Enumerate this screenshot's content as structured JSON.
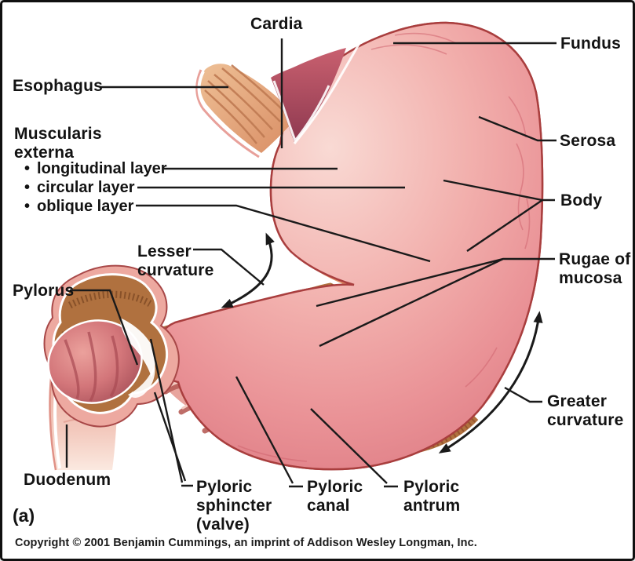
{
  "figure": {
    "panel_tag": "(a)",
    "copyright": "Copyright © 2001 Benjamin Cummings, an imprint of Addison Wesley Longman, Inc.",
    "bullet_char": "•",
    "labels": {
      "cardia": "Cardia",
      "fundus": "Fundus",
      "esophagus": "Esophagus",
      "muscularis_externa": [
        "Muscularis",
        "externa"
      ],
      "muscularis_layers": [
        "longitudinal layer",
        "circular layer",
        "oblique layer"
      ],
      "serosa": "Serosa",
      "body": "Body",
      "rugae_of_mucosa": [
        "Rugae of",
        "mucosa"
      ],
      "lesser_curvature": [
        "Lesser",
        "curvature"
      ],
      "pylorus": "Pylorus",
      "greater_curvature": [
        "Greater",
        "curvature"
      ],
      "duodenum": "Duodenum",
      "pyloric_sphincter": [
        "Pyloric",
        "sphincter",
        "(valve)"
      ],
      "pyloric_canal": [
        "Pyloric",
        "canal"
      ],
      "pyloric_antrum": [
        "Pyloric",
        "antrum"
      ]
    },
    "colors": {
      "serosa_pink": "#f2b0ad",
      "serosa_edge": "#a93e3e",
      "muscle_tan": "#e09068",
      "muscle_fiber": "#c4714e",
      "circular_flap": "#db8a62",
      "rugae_pink": "#e8a49d",
      "rugae_shadow": "#b85e58",
      "wall_brown": "#b0713f",
      "duodenal_bulb_rose": "#c96a6e",
      "cardia_rose": "#b44f63",
      "leader_line": "#1a1a1a",
      "label_text": "#131313"
    }
  }
}
